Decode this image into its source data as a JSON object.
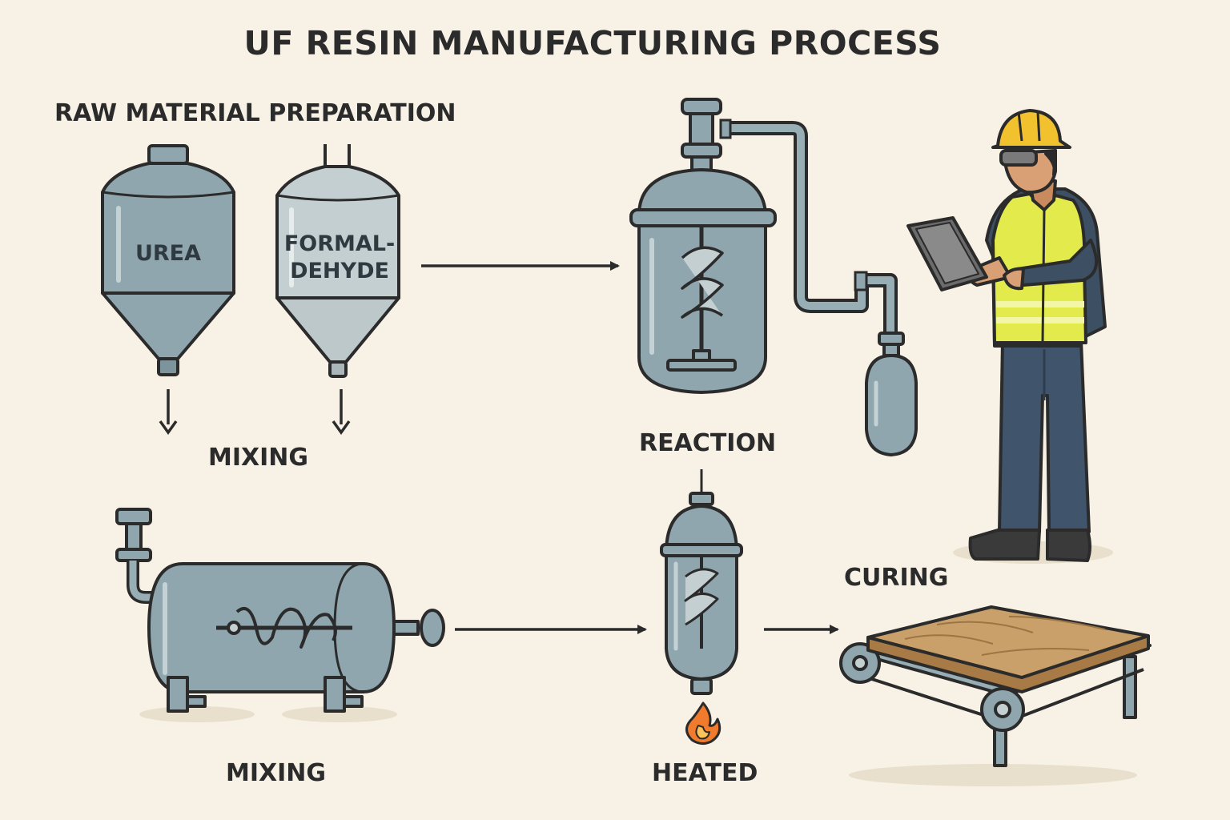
{
  "title": "UF RESIN MANUFACTURING PROCESS",
  "section_label": "RAW MATERIAL PREPARATION",
  "tanks": {
    "urea": "UREA",
    "formaldehyde_line1": "FORMAL-",
    "formaldehyde_line2": "DEHYDE"
  },
  "steps": {
    "mixing_top": "MIXING",
    "reaction": "REACTION",
    "mixing_bottom": "MIXING",
    "heated": "HEATED",
    "curing": "CURING"
  },
  "colors": {
    "background": "#f8f2e6",
    "steel": "#8fa6ae",
    "steel_light": "#c4cfd1",
    "outline": "#2b2b2b",
    "vest": "#e3ea4c",
    "helmet": "#f2c12e",
    "wood": "#c9a06a",
    "flame": "#f07b2c"
  }
}
